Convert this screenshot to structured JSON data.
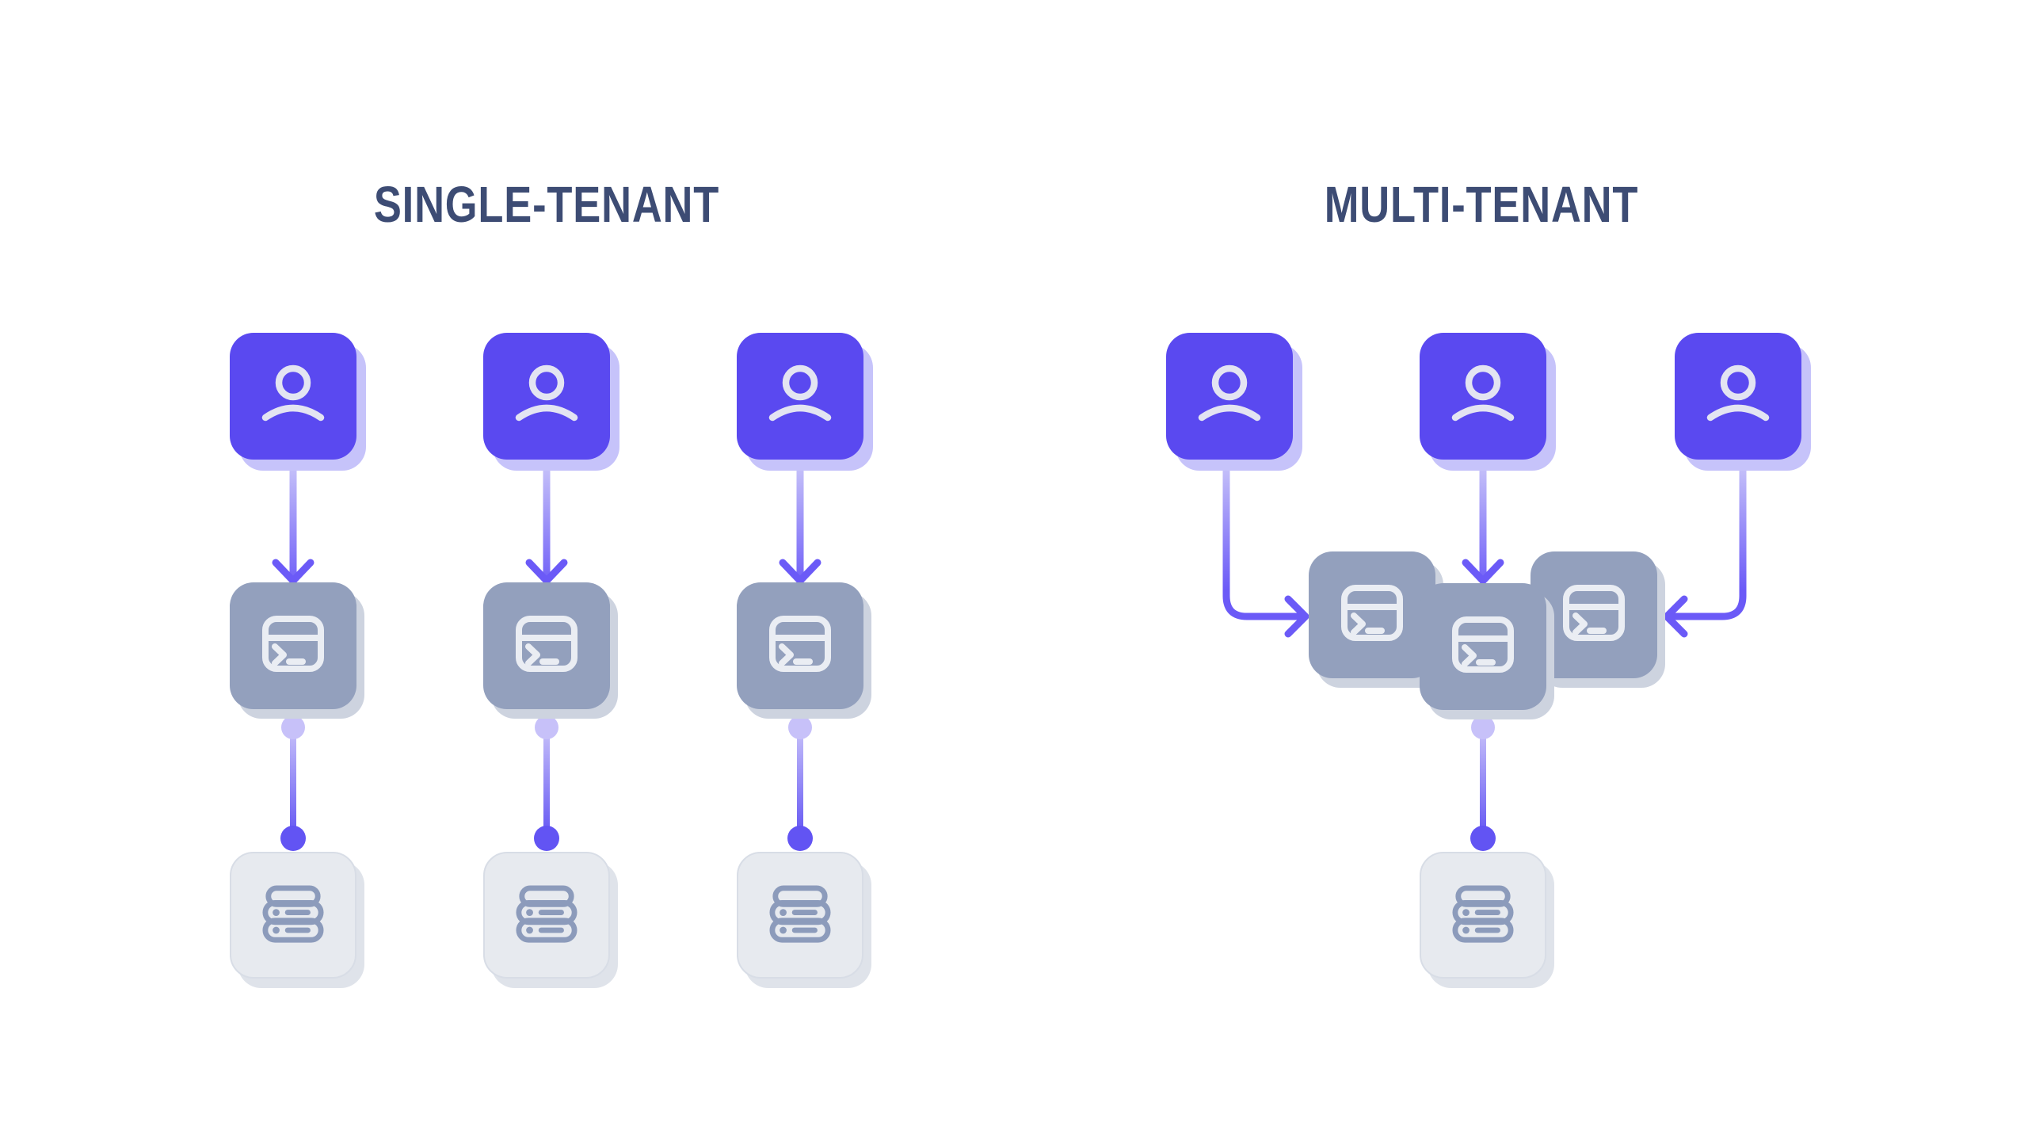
{
  "panels": {
    "single": {
      "title": "SINGLE-TENANT",
      "tenant_count": 3,
      "app_instance_count": 3,
      "database_count": 3
    },
    "multi": {
      "title": "MULTI-TENANT",
      "tenant_count": 3,
      "app_instance_count": 3,
      "database_count": 1
    }
  },
  "icons": {
    "tenant": "user-icon",
    "app": "terminal-icon",
    "database": "server-stack-icon"
  },
  "colors": {
    "background": "#ffffff",
    "title": "#3d4c74",
    "tenant": "#5a49f0",
    "tenant-shadow": "#c6c3fa",
    "tenant-icon": "#e3e4f2",
    "service": "#93a0bd",
    "service-shadow": "#cdd3df",
    "service-icon": "#eaedf3",
    "db": "#e7eaef",
    "db-border": "#d8dde6",
    "db-shadow": "#dfe3ea",
    "db-icon": "#8c9bbb",
    "link-light": "#c9c5f9",
    "link-dark": "#6b5af7",
    "dot-light": "#c7c1f9",
    "dot-dark": "#6254f3"
  }
}
